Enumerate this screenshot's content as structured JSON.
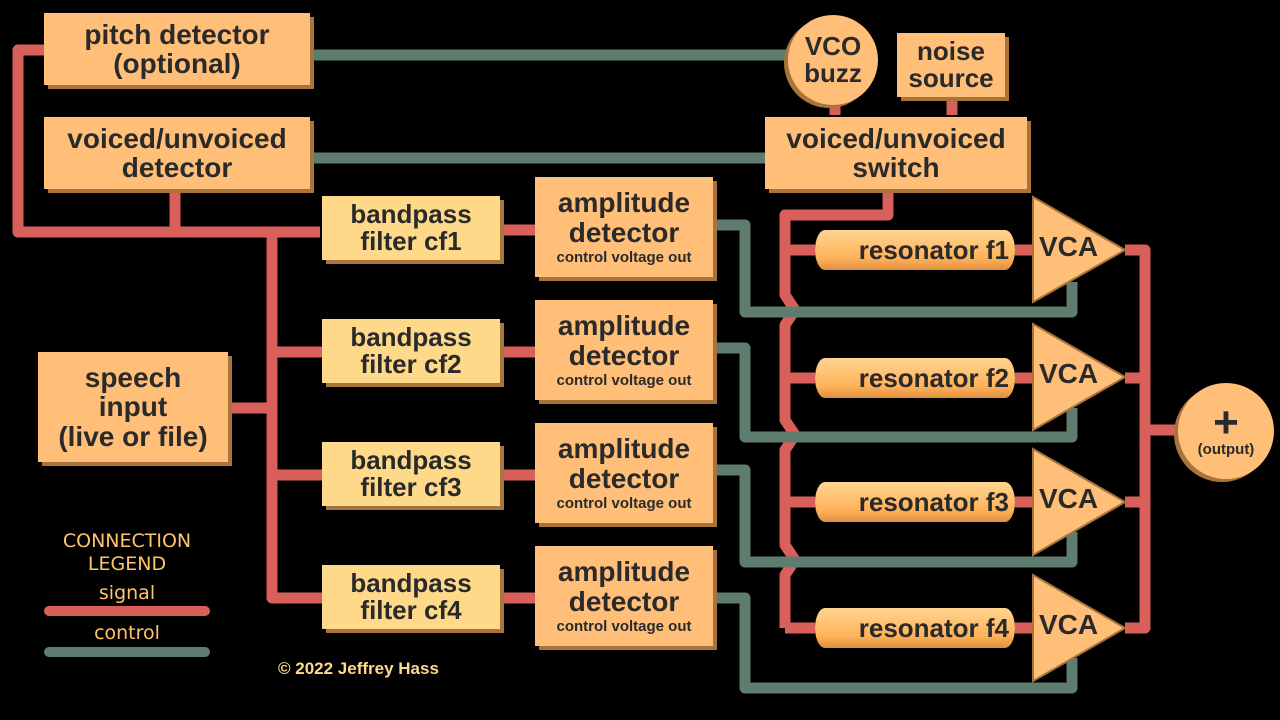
{
  "title": "Channel Vocoder Block Diagram",
  "blocks": {
    "pitch_detector": [
      "pitch detector",
      "(optional)"
    ],
    "vuv_detector": [
      "voiced/unvoiced",
      "detector"
    ],
    "vco": [
      "VCO",
      "buzz"
    ],
    "noise": [
      "noise",
      "source"
    ],
    "vuv_switch": [
      "voiced/unvoiced",
      "switch"
    ],
    "speech_input": [
      "speech",
      "input",
      "(live or file)"
    ],
    "bandpass": [
      {
        "l1": "bandpass",
        "l2": "filter cf1"
      },
      {
        "l1": "bandpass",
        "l2": "filter cf2"
      },
      {
        "l1": "bandpass",
        "l2": "filter cf3"
      },
      {
        "l1": "bandpass",
        "l2": "filter cf4"
      }
    ],
    "amplitude": {
      "l1": "amplitude",
      "l2": "detector",
      "l3": "control voltage out"
    },
    "resonators": [
      "resonator f1",
      "resonator f2",
      "resonator f3",
      "resonator f4"
    ],
    "vca_label": "VCA",
    "output": {
      "symbol": "+",
      "label": "(output)"
    }
  },
  "legend": {
    "title1": "CONNECTION",
    "title2": "LEGEND",
    "signal": "signal",
    "control": "control",
    "signal_color": "#d9605a",
    "control_color": "#5f7d6e"
  },
  "copyright": "© 2022 Jeffrey Hass",
  "colors": {
    "block": "#ffbf78",
    "bandpass": "#ffd98a",
    "text": "#2a2a2a"
  }
}
